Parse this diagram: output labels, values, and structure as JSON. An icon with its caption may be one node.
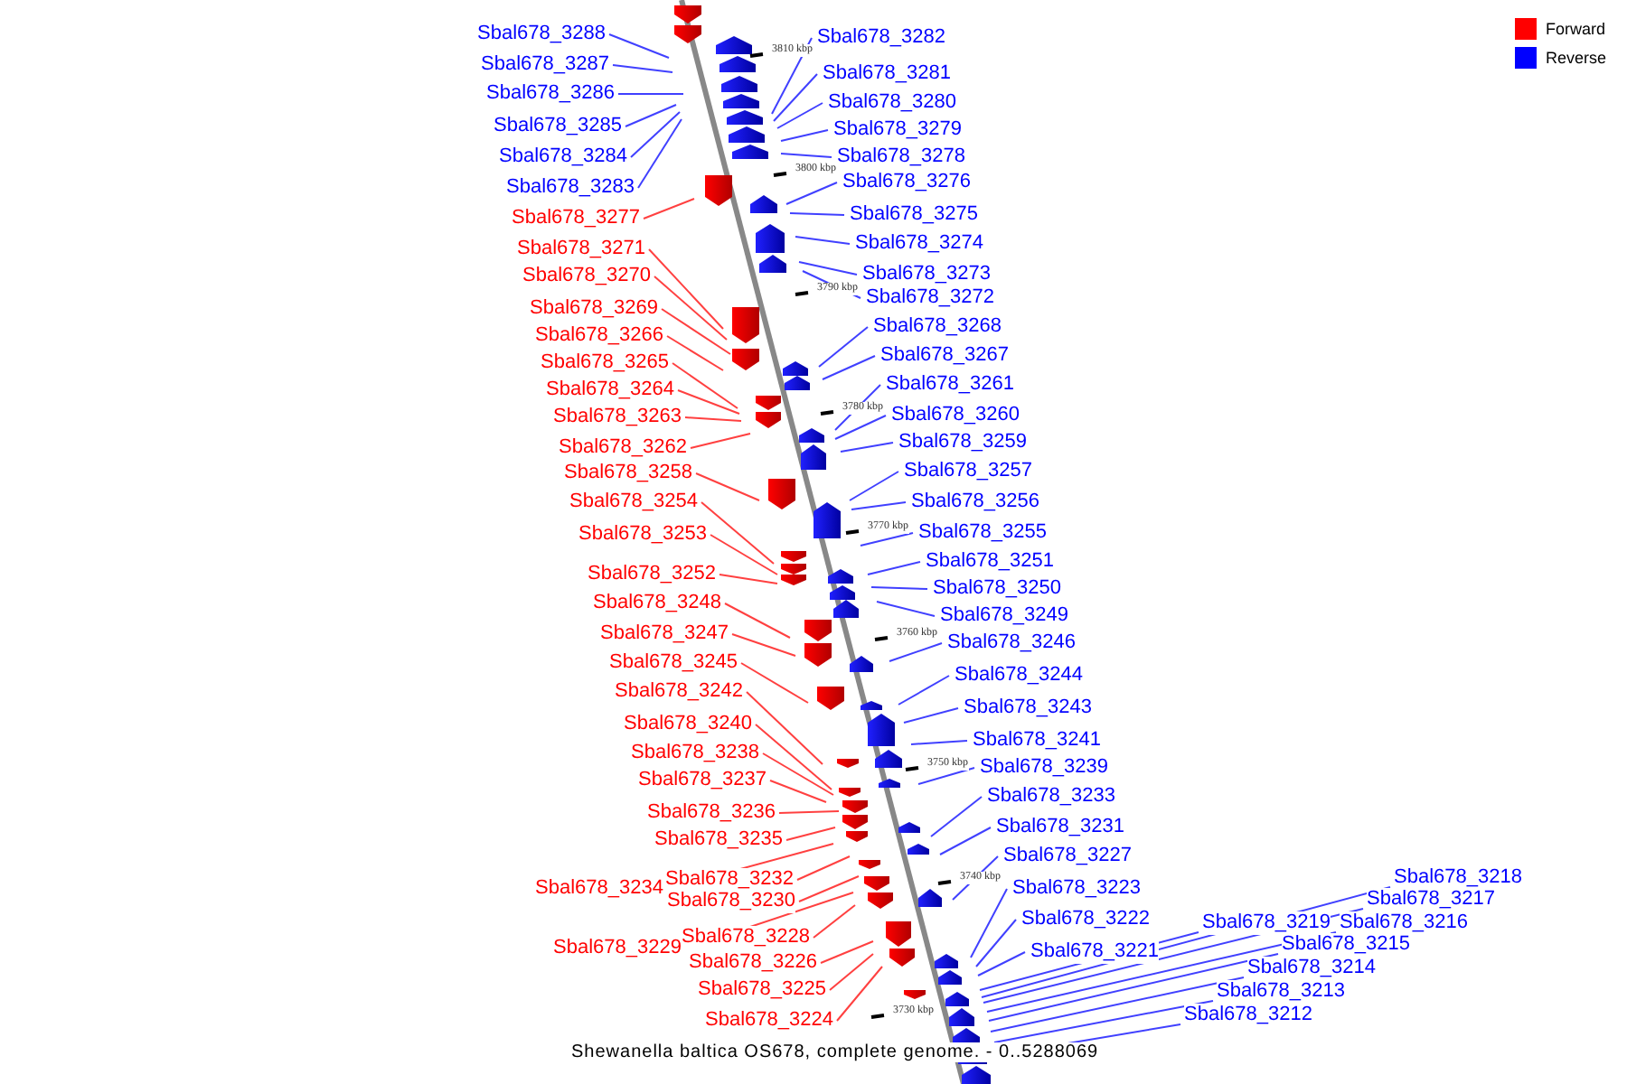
{
  "diagram": {
    "caption": "Shewanella baltica OS678, complete genome. - 0..5288069",
    "nodes": [
      {
        "text": [
          "Sbal678_3288"
        ]
      },
      {
        "text": [
          "Sbal678_3287"
        ]
      },
      {
        "text": [
          "Sbal678_3286"
        ]
      },
      {
        "text": [
          "Sbal678_3285"
        ]
      },
      {
        "text": [
          "Sbal678_3284"
        ]
      },
      {
        "text": [
          "Sbal678_3283"
        ]
      },
      {
        "text": [
          "Sbal678_3277"
        ]
      },
      {
        "text": [
          "Sbal678_3271"
        ]
      },
      {
        "text": [
          "Sbal678_3270"
        ]
      },
      {
        "text": [
          "Sbal678_3269"
        ]
      },
      {
        "text": [
          "Sbal678_3266"
        ]
      },
      {
        "text": [
          "Sbal678_3265"
        ]
      },
      {
        "text": [
          "Sbal678_3264"
        ]
      },
      {
        "text": [
          "Sbal678_3263"
        ]
      },
      {
        "text": [
          "Sbal678_3262"
        ]
      },
      {
        "text": [
          "Sbal678_3258"
        ]
      },
      {
        "text": [
          "Sbal678_3254"
        ]
      },
      {
        "text": [
          "Sbal678_3253"
        ]
      },
      {
        "text": [
          "Sbal678_3252"
        ]
      },
      {
        "text": [
          "Sbal678_3248"
        ]
      },
      {
        "text": [
          "Sbal678_3247"
        ]
      },
      {
        "text": [
          "Sbal678_3245"
        ]
      },
      {
        "text": [
          "Sbal678_3242"
        ]
      },
      {
        "text": [
          "Sbal678_3240"
        ]
      },
      {
        "text": [
          "Sbal678_3238"
        ]
      },
      {
        "text": [
          "Sbal678_3237"
        ]
      },
      {
        "text": [
          "Sbal678_3236"
        ]
      },
      {
        "text": [
          "Sbal678_3235"
        ]
      },
      {
        "text": [
          "Sbal678_3232"
        ]
      },
      {
        "text": [
          "Sbal678_3234"
        ]
      },
      {
        "text": [
          "Sbal678_3230"
        ]
      },
      {
        "text": [
          "Sbal678_3229"
        ]
      },
      {
        "text": [
          "Sbal678_3228"
        ]
      },
      {
        "text": [
          "Sbal678_3226"
        ]
      },
      {
        "text": [
          "Sbal678_3225"
        ]
      },
      {
        "text": [
          "Sbal678_3224"
        ]
      },
      {
        "text": [
          "Sbal678_3282"
        ]
      },
      {
        "text": [
          "Sbal678_3281"
        ]
      },
      {
        "text": [
          "Sbal678_3280"
        ]
      },
      {
        "text": [
          "Sbal678_3279"
        ]
      },
      {
        "text": [
          "Sbal678_3278"
        ]
      },
      {
        "text": [
          "Sbal678_3276"
        ]
      },
      {
        "text": [
          "Sbal678_3275"
        ]
      },
      {
        "text": [
          "Sbal678_3274"
        ]
      },
      {
        "text": [
          "Sbal678_3273"
        ]
      },
      {
        "text": [
          "Sbal678_3272"
        ]
      },
      {
        "text": [
          "Sbal678_3268"
        ]
      },
      {
        "text": [
          "Sbal678_3267"
        ]
      },
      {
        "text": [
          "Sbal678_3261"
        ]
      },
      {
        "text": [
          "Sbal678_3260"
        ]
      },
      {
        "text": [
          "Sbal678_3259"
        ]
      },
      {
        "text": [
          "Sbal678_3257"
        ]
      },
      {
        "text": [
          "Sbal678_3256"
        ]
      },
      {
        "text": [
          "Sbal678_3255"
        ]
      },
      {
        "text": [
          "Sbal678_3251"
        ]
      },
      {
        "text": [
          "Sbal678_3250"
        ]
      },
      {
        "text": [
          "Sbal678_3249"
        ]
      },
      {
        "text": [
          "Sbal678_3246"
        ]
      },
      {
        "text": [
          "Sbal678_3244"
        ]
      },
      {
        "text": [
          "Sbal678_3243"
        ]
      },
      {
        "text": [
          "Sbal678_3241"
        ]
      },
      {
        "text": [
          "Sbal678_3239"
        ]
      },
      {
        "text": [
          "Sbal678_3233"
        ]
      },
      {
        "text": [
          "Sbal678_3231"
        ]
      },
      {
        "text": [
          "Sbal678_3227"
        ]
      },
      {
        "text": [
          "Sbal678_3223"
        ]
      },
      {
        "text": [
          "Sbal678_3222"
        ]
      },
      {
        "text": [
          "Sbal678_3221"
        ]
      },
      {
        "text": [
          "Sbal678_3218"
        ]
      },
      {
        "text": [
          "Sbal678_3217"
        ]
      },
      {
        "text": [
          "Sbal678_3219"
        ]
      },
      {
        "text": [
          "Sbal678_3216"
        ]
      },
      {
        "text": [
          "Sbal678_3215"
        ]
      },
      {
        "text": [
          "Sbal678_3214"
        ]
      },
      {
        "text": [
          "Sbal678_3213"
        ]
      },
      {
        "text": [
          "Sbal678_3212"
        ]
      }
    ],
    "edges": [
      {
        "from": 0,
        "to": null,
        "arrow": "none"
      },
      {
        "from": 1,
        "to": null,
        "arrow": "none"
      },
      {
        "from": 2,
        "to": null,
        "arrow": "none"
      },
      {
        "from": 3,
        "to": null,
        "arrow": "none"
      },
      {
        "from": 4,
        "to": null,
        "arrow": "none"
      },
      {
        "from": 5,
        "to": null,
        "arrow": "none"
      },
      {
        "from": 6,
        "to": null,
        "arrow": "none",
        "color": "#ff0000"
      },
      {
        "from": 7,
        "to": null,
        "arrow": "none",
        "color": "#ff0000"
      },
      {
        "from": 8,
        "to": null,
        "arrow": "none",
        "color": "#ff0000"
      },
      {
        "from": 9,
        "to": null,
        "arrow": "none",
        "color": "#ff0000"
      },
      {
        "from": 10,
        "to": null,
        "arrow": "none",
        "color": "#ff0000"
      },
      {
        "from": 11,
        "to": null,
        "arrow": "none",
        "color": "#ff0000"
      },
      {
        "from": 12,
        "to": null,
        "arrow": "none",
        "color": "#ff0000"
      },
      {
        "from": 13,
        "to": null,
        "arrow": "none",
        "color": "#ff0000"
      },
      {
        "from": 14,
        "to": null,
        "arrow": "none",
        "color": "#ff0000"
      },
      {
        "from": 15,
        "to": null,
        "arrow": "none",
        "color": "#ff0000"
      },
      {
        "from": 16,
        "to": null,
        "arrow": "none",
        "color": "#ff0000"
      },
      {
        "from": 17,
        "to": null,
        "arrow": "none",
        "color": "#ff0000"
      },
      {
        "from": 18,
        "to": null,
        "arrow": "none",
        "color": "#ff0000"
      },
      {
        "from": 19,
        "to": null,
        "arrow": "none",
        "color": "#ff0000"
      },
      {
        "from": 20,
        "to": null,
        "arrow": "none",
        "color": "#ff0000"
      },
      {
        "from": 21,
        "to": null,
        "arrow": "none",
        "color": "#ff0000"
      },
      {
        "from": 22,
        "to": null,
        "arrow": "none",
        "color": "#ff0000"
      },
      {
        "from": 23,
        "to": null,
        "arrow": "none",
        "color": "#ff0000"
      },
      {
        "from": 24,
        "to": null,
        "arrow": "none",
        "color": "#ff0000"
      },
      {
        "from": 25,
        "to": null,
        "arrow": "none",
        "color": "#ff0000"
      },
      {
        "from": 26,
        "to": null,
        "arrow": "none",
        "color": "#ff0000"
      },
      {
        "from": 27,
        "to": null,
        "arrow": "none",
        "color": "#ff0000"
      },
      {
        "from": 28,
        "to": null,
        "arrow": "none",
        "color": "#ff0000"
      },
      {
        "from": 29,
        "to": null,
        "arrow": "none",
        "color": "#ff0000"
      },
      {
        "from": 30,
        "to": null,
        "arrow": "none",
        "color": "#ff0000"
      },
      {
        "from": 31,
        "to": null,
        "arrow": "none",
        "color": "#ff0000"
      },
      {
        "from": 32,
        "to": null,
        "arrow": "none",
        "color": "#ff0000"
      },
      {
        "from": 33,
        "to": null,
        "arrow": "none",
        "color": "#ff0000"
      },
      {
        "from": 34,
        "to": null,
        "arrow": "none",
        "color": "#ff0000"
      },
      {
        "from": 35,
        "to": null,
        "arrow": "none",
        "color": "#ff0000"
      },
      {
        "from": 36,
        "to": null,
        "arrow": "none"
      },
      {
        "from": 37,
        "to": null,
        "arrow": "none"
      },
      {
        "from": 38,
        "to": null,
        "arrow": "none"
      },
      {
        "from": 39,
        "to": null,
        "arrow": "none"
      },
      {
        "from": 40,
        "to": null,
        "arrow": "none"
      },
      {
        "from": 41,
        "to": null,
        "arrow": "none"
      },
      {
        "from": 42,
        "to": null,
        "arrow": "none"
      },
      {
        "from": 43,
        "to": null,
        "arrow": "none"
      },
      {
        "from": 44,
        "to": null,
        "arrow": "none"
      },
      {
        "from": 45,
        "to": null,
        "arrow": "none"
      },
      {
        "from": 46,
        "to": null,
        "arrow": "none"
      },
      {
        "from": 47,
        "to": null,
        "arrow": "none"
      },
      {
        "from": 48,
        "to": null,
        "arrow": "none"
      },
      {
        "from": 49,
        "to": null,
        "arrow": "none"
      },
      {
        "from": 50,
        "to": null,
        "arrow": "none"
      },
      {
        "from": 51,
        "to": null,
        "arrow": "none"
      },
      {
        "from": 52,
        "to": null,
        "arrow": "none"
      },
      {
        "from": 53,
        "to": null,
        "arrow": "none"
      },
      {
        "from": 54,
        "to": null,
        "arrow": "none"
      },
      {
        "from": 55,
        "to": null,
        "arrow": "none"
      },
      {
        "from": 56,
        "to": null,
        "arrow": "none"
      },
      {
        "from": 57,
        "to": null,
        "arrow": "none"
      },
      {
        "from": 58,
        "to": null,
        "arrow": "none"
      },
      {
        "from": 59,
        "to": null,
        "arrow": "none"
      },
      {
        "from": 60,
        "to": null,
        "arrow": "none"
      },
      {
        "from": 61,
        "to": null,
        "arrow": "none"
      },
      {
        "from": 62,
        "to": null,
        "arrow": "none"
      },
      {
        "from": 63,
        "to": null,
        "arrow": "none"
      },
      {
        "from": 64,
        "to": null,
        "arrow": "none"
      },
      {
        "from": 65,
        "to": null,
        "arrow": "none"
      },
      {
        "from": 66,
        "to": null,
        "arrow": "none"
      },
      {
        "from": 67,
        "to": null,
        "arrow": "none"
      },
      {
        "from": 68,
        "to": null,
        "arrow": "none"
      },
      {
        "from": 69,
        "to": null,
        "arrow": "none"
      },
      {
        "from": 70,
        "to": null,
        "arrow": "none"
      },
      {
        "from": 71,
        "to": null,
        "arrow": "none"
      },
      {
        "from": 72,
        "to": null,
        "arrow": "none"
      },
      {
        "from": 73,
        "to": null,
        "arrow": "none"
      },
      {
        "from": 74,
        "to": null,
        "arrow": "none"
      },
      {
        "from": 75,
        "to": null,
        "arrow": "none"
      }
    ],
    "labels": [
      "3810 kbp",
      "3800 kbp",
      "3790 kbp",
      "3780 kbp",
      "3770 kbp",
      "3760 kbp",
      "3750 kbp",
      "3740 kbp",
      "3730 kbp"
    ],
    "legend": [
      {
        "text": "Forward",
        "color": "#ff0000"
      },
      {
        "text": "Reverse",
        "color": "#0000ff"
      }
    ]
  }
}
